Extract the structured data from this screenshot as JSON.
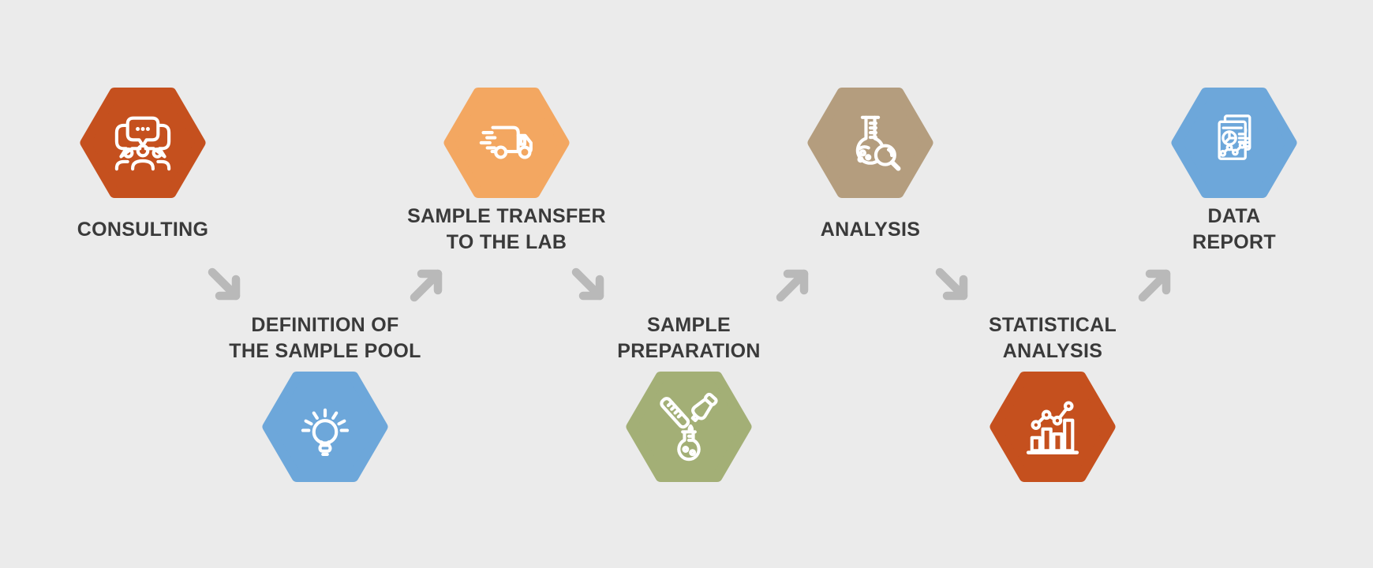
{
  "diagram": {
    "type": "process-flow",
    "background": "#EBEBEB",
    "label_color": "#3A3A3A",
    "arrow_color": "#B9B9B9",
    "icon_stroke": "#FFFFFF"
  },
  "steps": [
    {
      "id": "consulting",
      "row": "top",
      "icon": "chat-group-icon",
      "hex_color": "#C5501E",
      "label_lines": [
        "CONSULTING"
      ]
    },
    {
      "id": "definition-of-the-sample-pool",
      "row": "bottom",
      "icon": "lightbulb-icon",
      "hex_color": "#6DA7DA",
      "label_lines": [
        "DEFINITION OF",
        "THE SAMPLE POOL"
      ]
    },
    {
      "id": "sample-transfer-to-the-lab",
      "row": "top",
      "icon": "delivery-truck-icon",
      "hex_color": "#F3A761",
      "label_lines": [
        "SAMPLE TRANSFER",
        "TO THE LAB"
      ]
    },
    {
      "id": "sample-preparation",
      "row": "bottom",
      "icon": "test-tube-dropper-flask-icon",
      "hex_color": "#A3AF76",
      "label_lines": [
        "SAMPLE",
        "PREPARATION"
      ]
    },
    {
      "id": "analysis",
      "row": "top",
      "icon": "flask-magnifier-icon",
      "hex_color": "#B49D7E",
      "label_lines": [
        "ANALYSIS"
      ]
    },
    {
      "id": "statistical-analysis",
      "row": "bottom",
      "icon": "bar-chart-trend-icon",
      "hex_color": "#C5501E",
      "label_lines": [
        "STATISTICAL",
        "ANALYSIS"
      ]
    },
    {
      "id": "data-report",
      "row": "top",
      "icon": "report-documents-icon",
      "hex_color": "#6DA7DA",
      "label_lines": [
        "DATA",
        "REPORT"
      ]
    }
  ],
  "arrows": [
    {
      "direction": "down-right"
    },
    {
      "direction": "up-right"
    },
    {
      "direction": "down-right"
    },
    {
      "direction": "up-right"
    },
    {
      "direction": "down-right"
    },
    {
      "direction": "up-right"
    }
  ]
}
